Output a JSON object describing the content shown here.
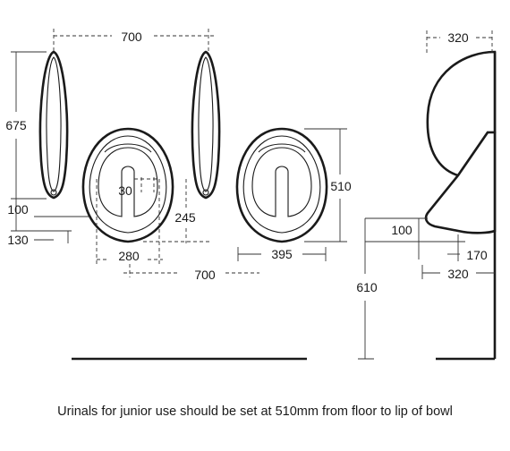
{
  "dimensions": {
    "top_width": "700",
    "urinal_height": "675",
    "lip_offset": "100",
    "waste_offset": "130",
    "waste_spacing": "30",
    "outlet_height": "245",
    "bowl_width": "280",
    "centres": "700",
    "bowl_height": "510",
    "front_width": "395",
    "side_depth": "320",
    "side_lip": "100",
    "side_outlet": "170",
    "side_overall": "320",
    "fixing_height": "610"
  },
  "caption": "Urinals for junior use should be set at 510mm from floor to lip of bowl"
}
